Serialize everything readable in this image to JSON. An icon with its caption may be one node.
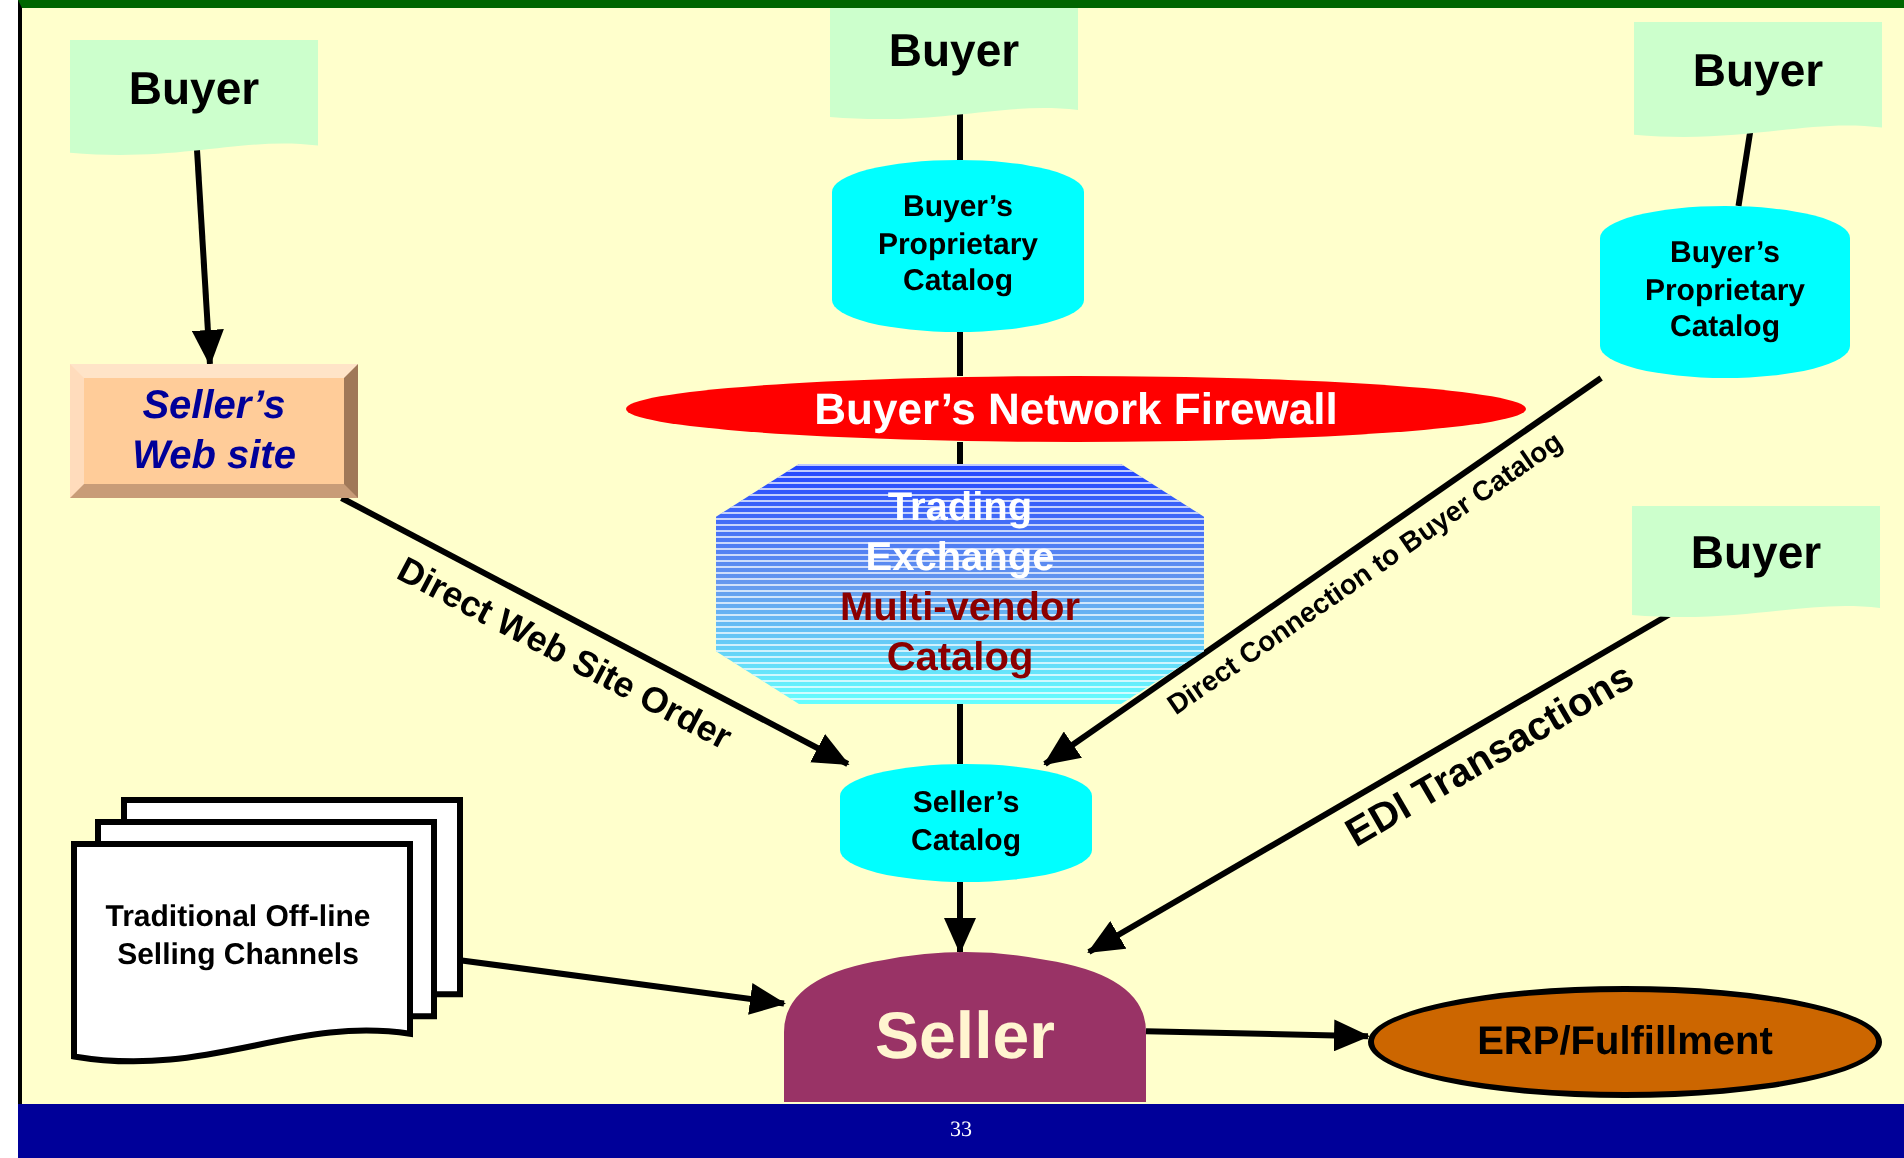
{
  "diagram": {
    "nodes": [
      {
        "text": [
          "Buyer"
        ]
      },
      {
        "text": [
          "Buyer"
        ]
      },
      {
        "text": [
          "Buyer’s Proprietary Catalog"
        ]
      },
      {
        "text": [
          "Buyer’s Network Firewall"
        ]
      },
      {
        "text": [
          "Trading Exchange",
          "Multi-vendor Catalog"
        ]
      },
      {
        "text": [
          "Buyer"
        ]
      },
      {
        "text": [
          "Buyer’s Proprietary Catalog"
        ]
      },
      {
        "text": [
          "Seller’s Web site"
        ]
      },
      {
        "text": [
          "Buyer"
        ]
      },
      {
        "text": [
          "Seller’s Catalog"
        ]
      },
      {
        "text": [
          "Traditional Off-line Selling Channels"
        ]
      },
      {
        "text": [
          "Seller"
        ]
      },
      {
        "text": [
          "ERP/Fulfillment"
        ]
      }
    ],
    "edges": [
      {
        "from": 0,
        "to": 7,
        "arrow": "to"
      },
      {
        "from": 1,
        "to": 2,
        "arrow": "none"
      },
      {
        "from": 2,
        "to": 3,
        "arrow": "none"
      },
      {
        "from": 3,
        "to": 4,
        "arrow": "none"
      },
      {
        "from": 4,
        "to": 9,
        "arrow": "none"
      },
      {
        "from": 5,
        "to": 6,
        "arrow": "none"
      },
      {
        "from": 7,
        "to": 9,
        "label": "Direct Web Site Order",
        "arrow": "to"
      },
      {
        "from": 6,
        "to": 9,
        "label": "Direct Connection to Buyer Catalog",
        "arrow": "to"
      },
      {
        "from": 8,
        "to": 11,
        "label": "EDI Transactions",
        "arrow": "to"
      },
      {
        "from": 9,
        "to": 11,
        "arrow": "to"
      },
      {
        "from": 10,
        "to": 11,
        "arrow": "to"
      },
      {
        "from": 11,
        "to": 12,
        "arrow": "to"
      }
    ],
    "labels": [
      "33"
    ]
  }
}
